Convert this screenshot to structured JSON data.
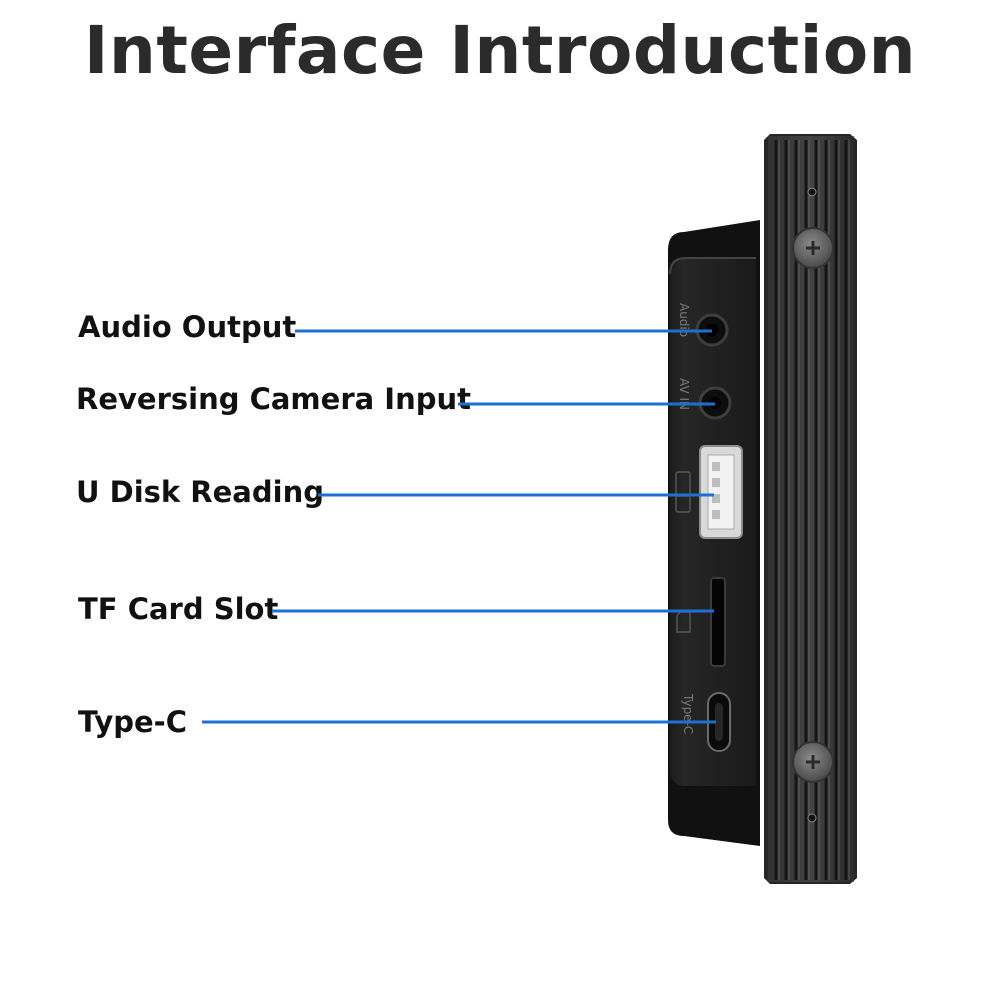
{
  "title": "Interface Introduction",
  "callouts": [
    {
      "id": "audio",
      "label": "Audio Output"
    },
    {
      "id": "avin",
      "label": "Reversing Camera Input"
    },
    {
      "id": "usb",
      "label": "U Disk Reading"
    },
    {
      "id": "tf",
      "label": "TF Card Slot"
    },
    {
      "id": "typec",
      "label": "Type-C"
    }
  ],
  "port_engravings": {
    "audio": "Audio",
    "avin": "AV IN",
    "typec": "Type-C"
  },
  "colors": {
    "leader_line": "#1f6fd1",
    "title": "#2b2b2b",
    "device_body": "#2a2a2a"
  }
}
